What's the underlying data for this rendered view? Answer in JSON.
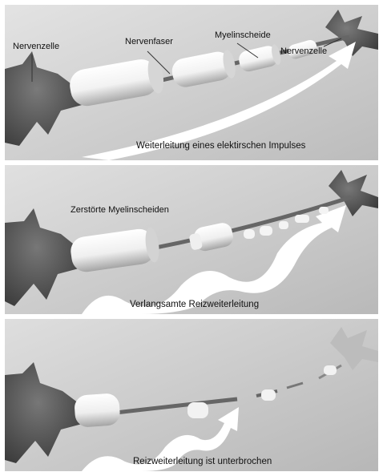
{
  "panels": [
    {
      "labels": {
        "nerve_cell_left": "Nervenzelle",
        "nerve_fiber": "Nervenfaser",
        "myelin_sheath": "Myelinscheide",
        "nerve_cell_right": "Nervenzelle"
      },
      "caption": "Weiterleitung eines elektirschen Impulses"
    },
    {
      "labels": {
        "destroyed_myelin": "Zerstörte Myelinscheiden"
      },
      "caption": "Verlangsamte Reizweiterleitung"
    },
    {
      "caption": "Reizweiterleitung ist unterbrochen"
    }
  ]
}
